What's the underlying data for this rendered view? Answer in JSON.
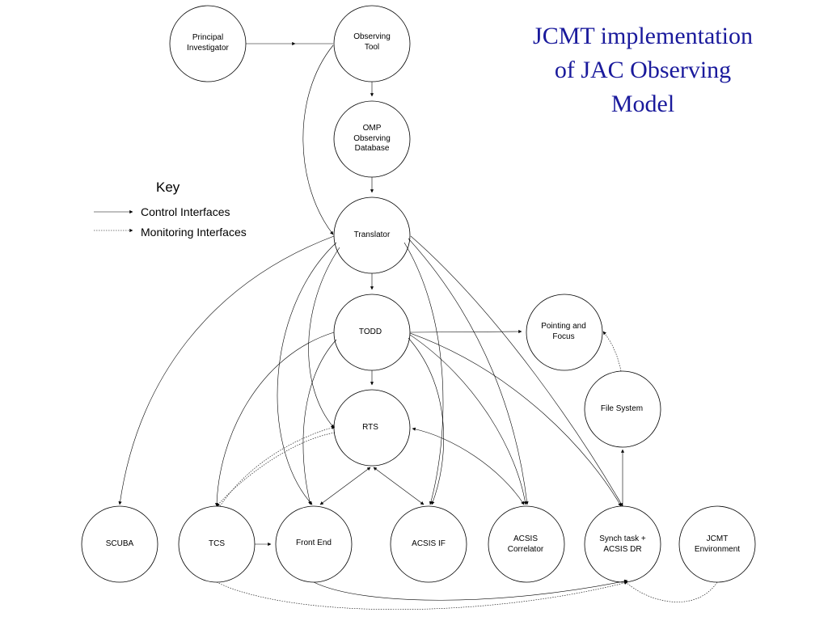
{
  "title": {
    "lines": [
      "JCMT implementation",
      "of JAC Observing",
      "Model"
    ]
  },
  "key": {
    "title": "Key",
    "items": [
      {
        "label": "Control Interfaces",
        "style": "solid"
      },
      {
        "label": "Monitoring Interfaces",
        "style": "dotted"
      }
    ]
  },
  "colors": {
    "title": "#1a1a9c",
    "lines": "#000000"
  },
  "nodes": {
    "principal_investigator": {
      "lines": [
        "Principal",
        "Investigator"
      ]
    },
    "observing_tool": {
      "lines": [
        "Observing",
        "Tool"
      ]
    },
    "omp_database": {
      "lines": [
        "OMP",
        "Observing",
        "Database"
      ]
    },
    "translator": {
      "lines": [
        "Translator"
      ]
    },
    "todd": {
      "lines": [
        "TODD"
      ]
    },
    "rts": {
      "lines": [
        "RTS"
      ]
    },
    "pointing_focus": {
      "lines": [
        "Pointing and",
        "Focus"
      ]
    },
    "file_system": {
      "lines": [
        "File System"
      ]
    },
    "scuba": {
      "lines": [
        "SCUBA"
      ]
    },
    "tcs": {
      "lines": [
        "TCS"
      ]
    },
    "front_end": {
      "lines": [
        "Front End"
      ]
    },
    "acsis_if": {
      "lines": [
        "ACSIS IF"
      ]
    },
    "acsis_correlator": {
      "lines": [
        "ACSIS",
        "Correlator"
      ]
    },
    "synch_task": {
      "lines": [
        "Synch task +",
        "ACSIS DR"
      ]
    },
    "jcmt_environment": {
      "lines": [
        "JCMT",
        "Environment"
      ]
    }
  }
}
